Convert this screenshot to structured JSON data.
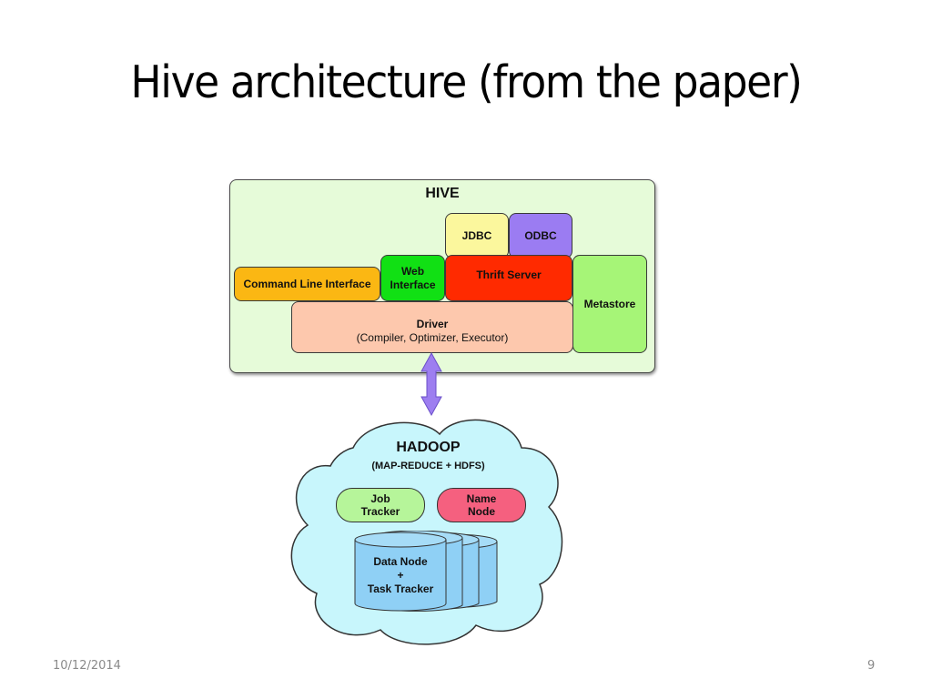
{
  "slide": {
    "title": "Hive architecture (from the paper)",
    "date": "10/12/2014",
    "page_number": "9"
  },
  "diagram": {
    "hive": {
      "label": "HIVE",
      "components": {
        "cli": "Command Line Interface",
        "web_line1": "Web",
        "web_line2": "Interface",
        "thrift": "Thrift Server",
        "jdbc": "JDBC",
        "odbc": "ODBC",
        "driver": "Driver",
        "driver_sub": "(Compiler, Optimizer, Executor)",
        "metastore": "Metastore"
      }
    },
    "hadoop": {
      "label": "HADOOP",
      "sub": "(MAP-REDUCE + HDFS)",
      "job_line1": "Job",
      "job_line2": "Tracker",
      "name_line1": "Name",
      "name_line2": "Node",
      "dn_line1": "Data Node",
      "dn_line2": "+",
      "dn_line3": "Task Tracker"
    },
    "colors": {
      "hive_bg": "#e6fbd9",
      "cli": "#fbb713",
      "web": "#11e014",
      "thrift": "#ff2a00",
      "jdbc": "#fbf79d",
      "odbc": "#9b7cf2",
      "driver": "#fdc8ad",
      "metastore": "#a6f577",
      "cloud": "#c8f6fc",
      "arrow": "#9d7ef0",
      "job_tracker": "#b6f59a",
      "name_node": "#f5607f",
      "data_node": "#8fd0f5"
    }
  }
}
